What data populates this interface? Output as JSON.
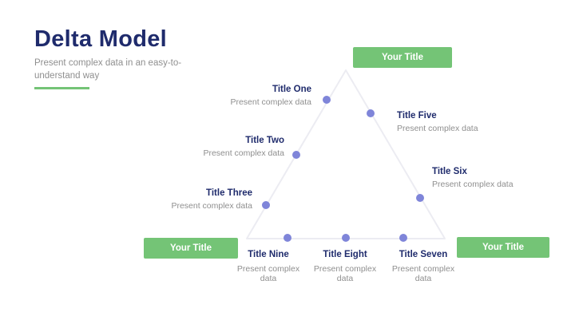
{
  "slide": {
    "title": "Delta Model",
    "subtitle": "Present complex data in an easy-to-understand way"
  },
  "colors": {
    "navy": "#1f2b6c",
    "green": "#74c476",
    "gray": "#8f8f8f",
    "dot": "#7f85d9",
    "line": "#ececf2"
  },
  "boxes": {
    "top": "Your Title",
    "bottom_left": "Your Title",
    "bottom_right": "Your Title"
  },
  "items": [
    {
      "title": "Title One",
      "desc": "Present complex data"
    },
    {
      "title": "Title Two",
      "desc": "Present complex data"
    },
    {
      "title": "Title Three",
      "desc": "Present complex data"
    },
    {
      "title": "Title Five",
      "desc": "Present complex data"
    },
    {
      "title": "Title Six",
      "desc": "Present complex data"
    },
    {
      "title": "Title Seven",
      "desc": "Present complex data"
    },
    {
      "title": "Title Eight",
      "desc": "Present complex data"
    },
    {
      "title": "Title Nine",
      "desc": "Present complex data"
    }
  ]
}
